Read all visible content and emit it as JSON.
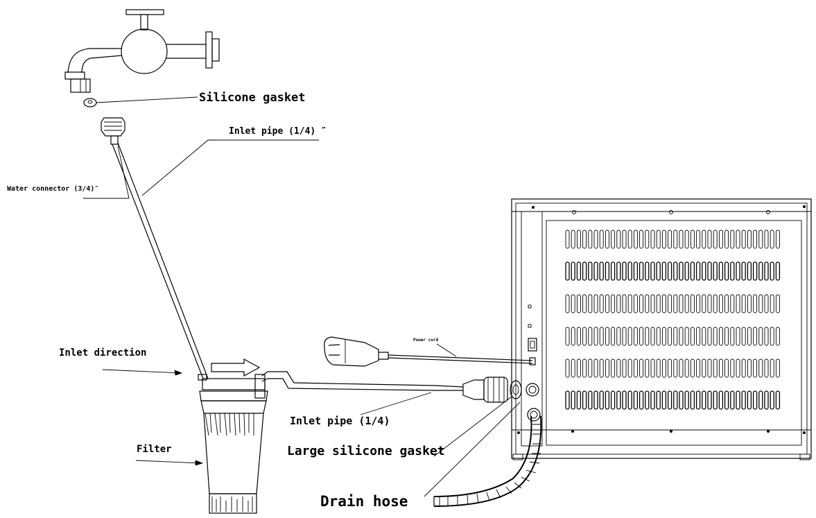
{
  "labels": {
    "silicone_gasket": "Silicone gasket",
    "inlet_pipe_top": "Inlet pipe (1/4) ″",
    "water_connector": "Water connector (3/4)″",
    "inlet_direction": "Inlet direction",
    "power_cord": "Power cord",
    "inlet_pipe_bottom": "Inlet pipe (1/4)",
    "filter": "Filter",
    "large_silicone_gasket": "Large silicone gasket",
    "drain_hose": "Drain hose"
  }
}
